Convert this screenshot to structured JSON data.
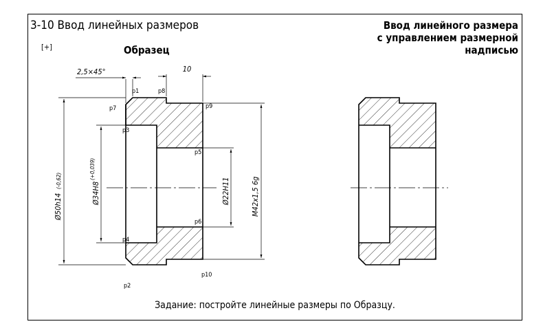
{
  "header": {
    "title": "3-10 Ввод линейных размеров",
    "right_line1": "Ввод линейного размера",
    "right_line2": "с управлением размерной",
    "right_line3": "надписью"
  },
  "sample": {
    "label": "Образец",
    "origin_icon": "crosshair-icon",
    "origin_glyph": "[+]"
  },
  "points": {
    "p1": "p1",
    "p2": "p2",
    "p3": "p3",
    "p4": "p4",
    "p5": "p5",
    "p6": "p6",
    "p7": "p7",
    "p8": "p8",
    "p9": "p9",
    "p10": "p10"
  },
  "dimensions": {
    "chamfer": "2,5×45°",
    "width10": "10",
    "dia50": "Ø50h14",
    "dia50_tol": "(-0,62)",
    "dia34": "Ø34H8",
    "dia34_tol": "(+0,039)",
    "dia22": "Ø22H11",
    "thread": "M42x1,5 6g"
  },
  "task": "Задание: постройте линейные размеры по Образцу."
}
